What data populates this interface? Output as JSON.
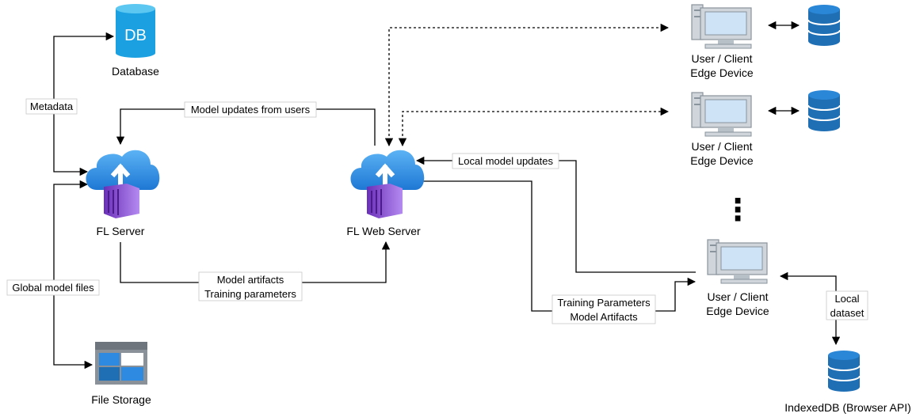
{
  "nodes": {
    "database": "Database",
    "fl_server": "FL Server",
    "fl_web_server": "FL Web Server",
    "file_storage": "File Storage",
    "device_1": [
      "User / Client",
      "Edge Device"
    ],
    "device_2": [
      "User / Client",
      "Edge Device"
    ],
    "device_3": [
      "User / Client",
      "Edge Device"
    ],
    "indexeddb": "IndexedDB (Browser API)",
    "db_icon_text": "DB",
    "ellipsis": "⋮"
  },
  "edges": {
    "metadata": "Metadata",
    "global_model_files": "Global model files",
    "model_updates_from_users": "Model updates from users",
    "model_artifacts_training": [
      "Model artifacts",
      "Training parameters"
    ],
    "local_model_updates": "Local model updates",
    "training_model_artifacts": [
      "Training Parameters",
      "Model Artifacts"
    ],
    "local_dataset": [
      "Local",
      "dataset"
    ]
  },
  "colors": {
    "db_cyan": "#1ba1e2",
    "db_blue": "#1f6fb5",
    "cloud_blue": "#2a8be0",
    "container_purple": "#8a5bd6",
    "monitor_gray": "#9aa4ad",
    "screen_blue": "#cfe3f7"
  }
}
